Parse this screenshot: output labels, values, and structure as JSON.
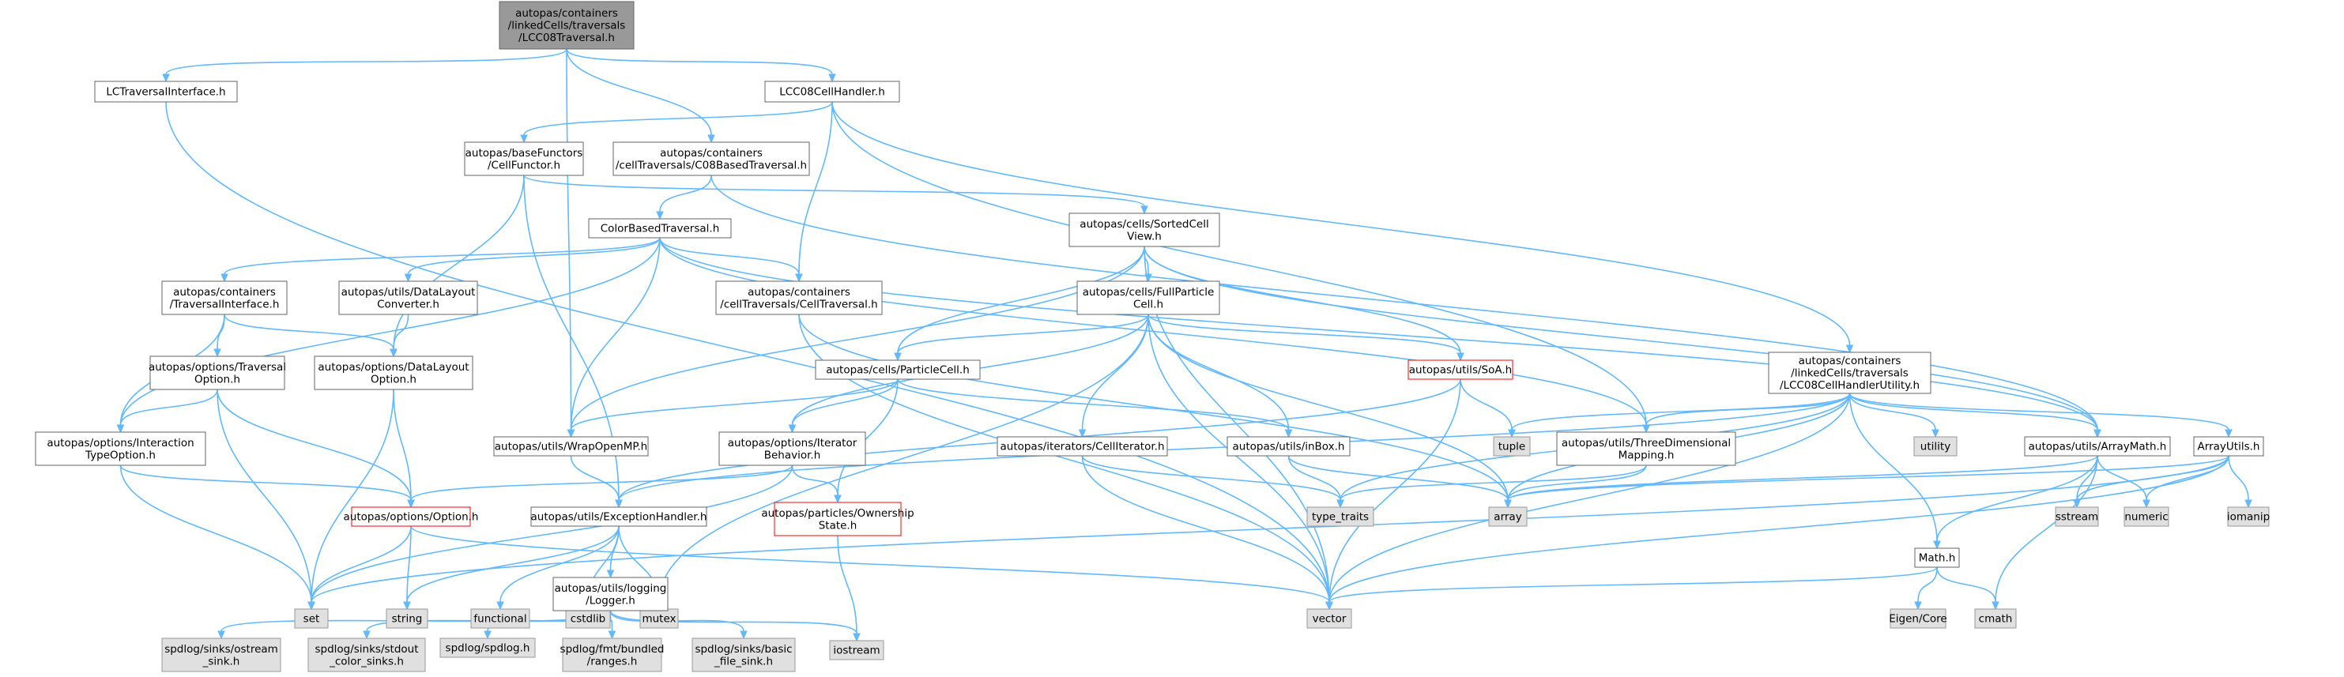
{
  "colors": {
    "edge": "#63b8ff",
    "node_fill": "#ffffff",
    "node_border": "#666666",
    "root_fill": "#999999",
    "root_border": "#666666",
    "external_fill": "#e0e0e0",
    "external_border": "#999999",
    "truncated_border": "#ff0000",
    "text": "#000000"
  },
  "nodes": [
    {
      "id": "root",
      "lines": [
        "autopas/containers",
        "/linkedCells/traversals",
        "/LCC08Traversal.h"
      ],
      "kind": "root"
    },
    {
      "id": "lctif",
      "lines": [
        "LCTraversalInterface.h"
      ],
      "kind": "file"
    },
    {
      "id": "lcc08ch",
      "lines": [
        "LCC08CellHandler.h"
      ],
      "kind": "file"
    },
    {
      "id": "cellfunctor",
      "lines": [
        "autopas/baseFunctors",
        "/CellFunctor.h"
      ],
      "kind": "file"
    },
    {
      "id": "c08based",
      "lines": [
        "autopas/containers",
        "/cellTraversals/C08BasedTraversal.h"
      ],
      "kind": "file"
    },
    {
      "id": "colorbased",
      "lines": [
        "ColorBasedTraversal.h"
      ],
      "kind": "file"
    },
    {
      "id": "sortedcell",
      "lines": [
        "autopas/cells/SortedCell",
        "View.h"
      ],
      "kind": "file"
    },
    {
      "id": "travif",
      "lines": [
        "autopas/containers",
        "/TraversalInterface.h"
      ],
      "kind": "file"
    },
    {
      "id": "dlconv",
      "lines": [
        "autopas/utils/DataLayout",
        "Converter.h"
      ],
      "kind": "file"
    },
    {
      "id": "celltrav",
      "lines": [
        "autopas/containers",
        "/cellTraversals/CellTraversal.h"
      ],
      "kind": "file"
    },
    {
      "id": "fullparticle",
      "lines": [
        "autopas/cells/FullParticle",
        "Cell.h"
      ],
      "kind": "file"
    },
    {
      "id": "travopt",
      "lines": [
        "autopas/options/Traversal",
        "Option.h"
      ],
      "kind": "file"
    },
    {
      "id": "dlopt",
      "lines": [
        "autopas/options/DataLayout",
        "Option.h"
      ],
      "kind": "file"
    },
    {
      "id": "particlecell",
      "lines": [
        "autopas/cells/ParticleCell.h"
      ],
      "kind": "file"
    },
    {
      "id": "soa",
      "lines": [
        "autopas/utils/SoA.h"
      ],
      "kind": "truncated"
    },
    {
      "id": "chutil",
      "lines": [
        "autopas/containers",
        "/linkedCells/traversals",
        "/LCC08CellHandlerUtility.h"
      ],
      "kind": "file"
    },
    {
      "id": "interopt",
      "lines": [
        "autopas/options/Interaction",
        "TypeOption.h"
      ],
      "kind": "file"
    },
    {
      "id": "wrapomp",
      "lines": [
        "autopas/utils/WrapOpenMP.h"
      ],
      "kind": "file"
    },
    {
      "id": "iterbeh",
      "lines": [
        "autopas/options/Iterator",
        "Behavior.h"
      ],
      "kind": "file"
    },
    {
      "id": "celliter",
      "lines": [
        "autopas/iterators/CellIterator.h"
      ],
      "kind": "file"
    },
    {
      "id": "inbox",
      "lines": [
        "autopas/utils/inBox.h"
      ],
      "kind": "file"
    },
    {
      "id": "tuple",
      "lines": [
        "tuple"
      ],
      "kind": "external"
    },
    {
      "id": "threedim",
      "lines": [
        "autopas/utils/ThreeDimensional",
        "Mapping.h"
      ],
      "kind": "file"
    },
    {
      "id": "utility",
      "lines": [
        "utility"
      ],
      "kind": "external"
    },
    {
      "id": "arraymath",
      "lines": [
        "autopas/utils/ArrayMath.h"
      ],
      "kind": "file"
    },
    {
      "id": "arrayutils",
      "lines": [
        "ArrayUtils.h"
      ],
      "kind": "file"
    },
    {
      "id": "option",
      "lines": [
        "autopas/options/Option.h"
      ],
      "kind": "truncated"
    },
    {
      "id": "exchandler",
      "lines": [
        "autopas/utils/ExceptionHandler.h"
      ],
      "kind": "file"
    },
    {
      "id": "ownership",
      "lines": [
        "autopas/particles/Ownership",
        "State.h"
      ],
      "kind": "truncated"
    },
    {
      "id": "typetraits",
      "lines": [
        "type_traits"
      ],
      "kind": "external"
    },
    {
      "id": "array",
      "lines": [
        "array"
      ],
      "kind": "external"
    },
    {
      "id": "sstream",
      "lines": [
        "sstream"
      ],
      "kind": "external"
    },
    {
      "id": "numeric",
      "lines": [
        "numeric"
      ],
      "kind": "external"
    },
    {
      "id": "iomanip",
      "lines": [
        "iomanip"
      ],
      "kind": "external"
    },
    {
      "id": "set",
      "lines": [
        "set"
      ],
      "kind": "external"
    },
    {
      "id": "string",
      "lines": [
        "string"
      ],
      "kind": "external"
    },
    {
      "id": "functional",
      "lines": [
        "functional"
      ],
      "kind": "external"
    },
    {
      "id": "cstdlib",
      "lines": [
        "cstdlib"
      ],
      "kind": "external"
    },
    {
      "id": "mutex",
      "lines": [
        "mutex"
      ],
      "kind": "external"
    },
    {
      "id": "vector",
      "lines": [
        "vector"
      ],
      "kind": "external"
    },
    {
      "id": "mathh",
      "lines": [
        "Math.h"
      ],
      "kind": "file"
    },
    {
      "id": "eigencore",
      "lines": [
        "Eigen/Core"
      ],
      "kind": "external"
    },
    {
      "id": "cmath",
      "lines": [
        "cmath"
      ],
      "kind": "external"
    },
    {
      "id": "logger",
      "lines": [
        "autopas/utils/logging",
        "/Logger.h"
      ],
      "kind": "file"
    },
    {
      "id": "spdostream",
      "lines": [
        "spdlog/sinks/ostream",
        "_sink.h"
      ],
      "kind": "external"
    },
    {
      "id": "spdstdout",
      "lines": [
        "spdlog/sinks/stdout",
        "_color_sinks.h"
      ],
      "kind": "external"
    },
    {
      "id": "spdlogh",
      "lines": [
        "spdlog/spdlog.h"
      ],
      "kind": "external"
    },
    {
      "id": "spdranges",
      "lines": [
        "spdlog/fmt/bundled",
        "/ranges.h"
      ],
      "kind": "external"
    },
    {
      "id": "spdbasic",
      "lines": [
        "spdlog/sinks/basic",
        "_file_sink.h"
      ],
      "kind": "external"
    },
    {
      "id": "iostream",
      "lines": [
        "iostream"
      ],
      "kind": "external"
    }
  ],
  "edges": [
    [
      "root",
      "lctif"
    ],
    [
      "root",
      "lcc08ch"
    ],
    [
      "root",
      "c08based"
    ],
    [
      "root",
      "wrapomp"
    ],
    [
      "lctif",
      "vector"
    ],
    [
      "lcc08ch",
      "cellfunctor"
    ],
    [
      "lcc08ch",
      "celltrav"
    ],
    [
      "lcc08ch",
      "threedim"
    ],
    [
      "lcc08ch",
      "chutil"
    ],
    [
      "cellfunctor",
      "sortedcell"
    ],
    [
      "cellfunctor",
      "dlopt"
    ],
    [
      "cellfunctor",
      "exchandler"
    ],
    [
      "c08based",
      "colorbased"
    ],
    [
      "c08based",
      "arraymath"
    ],
    [
      "colorbased",
      "travif"
    ],
    [
      "colorbased",
      "dlconv"
    ],
    [
      "colorbased",
      "celltrav"
    ],
    [
      "colorbased",
      "interopt"
    ],
    [
      "colorbased",
      "wrapomp"
    ],
    [
      "colorbased",
      "threedim"
    ],
    [
      "colorbased",
      "arraymath"
    ],
    [
      "sortedcell",
      "fullparticle"
    ],
    [
      "sortedcell",
      "particlecell"
    ],
    [
      "sortedcell",
      "soa"
    ],
    [
      "sortedcell",
      "wrapomp"
    ],
    [
      "sortedcell",
      "arraymath"
    ],
    [
      "sortedcell",
      "vector"
    ],
    [
      "travif",
      "travopt"
    ],
    [
      "travif",
      "dlopt"
    ],
    [
      "travif",
      "interopt"
    ],
    [
      "dlconv",
      "dlopt"
    ],
    [
      "celltrav",
      "array"
    ],
    [
      "celltrav",
      "vector"
    ],
    [
      "fullparticle",
      "particlecell"
    ],
    [
      "fullparticle",
      "soa"
    ],
    [
      "fullparticle",
      "iterbeh"
    ],
    [
      "fullparticle",
      "celliter"
    ],
    [
      "fullparticle",
      "inbox"
    ],
    [
      "fullparticle",
      "array"
    ],
    [
      "fullparticle",
      "mutex"
    ],
    [
      "fullparticle",
      "vector"
    ],
    [
      "travopt",
      "interopt"
    ],
    [
      "travopt",
      "option"
    ],
    [
      "travopt",
      "set"
    ],
    [
      "dlopt",
      "option"
    ],
    [
      "dlopt",
      "set"
    ],
    [
      "particlecell",
      "wrapomp"
    ],
    [
      "particlecell",
      "iterbeh"
    ],
    [
      "particlecell",
      "ownership"
    ],
    [
      "particlecell",
      "inbox"
    ],
    [
      "soa",
      "tuple"
    ],
    [
      "soa",
      "exchandler"
    ],
    [
      "soa",
      "vector"
    ],
    [
      "chutil",
      "tuple"
    ],
    [
      "chutil",
      "threedim"
    ],
    [
      "chutil",
      "utility"
    ],
    [
      "chutil",
      "arraymath"
    ],
    [
      "chutil",
      "arrayutils"
    ],
    [
      "chutil",
      "exchandler"
    ],
    [
      "chutil",
      "typetraits"
    ],
    [
      "chutil",
      "array"
    ],
    [
      "chutil",
      "vector"
    ],
    [
      "chutil",
      "mathh"
    ],
    [
      "interopt",
      "option"
    ],
    [
      "interopt",
      "set"
    ],
    [
      "wrapomp",
      "exchandler"
    ],
    [
      "iterbeh",
      "option"
    ],
    [
      "iterbeh",
      "ownership"
    ],
    [
      "iterbeh",
      "set"
    ],
    [
      "celliter",
      "typetraits"
    ],
    [
      "celliter",
      "vector"
    ],
    [
      "inbox",
      "typetraits"
    ],
    [
      "inbox",
      "array"
    ],
    [
      "threedim",
      "typetraits"
    ],
    [
      "threedim",
      "array"
    ],
    [
      "arraymath",
      "array"
    ],
    [
      "arraymath",
      "sstream"
    ],
    [
      "arraymath",
      "numeric"
    ],
    [
      "arraymath",
      "cmath"
    ],
    [
      "arraymath",
      "mathh"
    ],
    [
      "arrayutils",
      "array"
    ],
    [
      "arrayutils",
      "sstream"
    ],
    [
      "arrayutils",
      "numeric"
    ],
    [
      "arrayutils",
      "iomanip"
    ],
    [
      "arrayutils",
      "set"
    ],
    [
      "arrayutils",
      "vector"
    ],
    [
      "option",
      "set"
    ],
    [
      "option",
      "string"
    ],
    [
      "option",
      "vector"
    ],
    [
      "exchandler",
      "string"
    ],
    [
      "exchandler",
      "functional"
    ],
    [
      "exchandler",
      "cstdlib"
    ],
    [
      "exchandler",
      "mutex"
    ],
    [
      "exchandler",
      "logger"
    ],
    [
      "ownership",
      "iostream"
    ],
    [
      "mathh",
      "eigencore"
    ],
    [
      "mathh",
      "cmath"
    ],
    [
      "mathh",
      "vector"
    ],
    [
      "logger",
      "spdostream"
    ],
    [
      "logger",
      "spdstdout"
    ],
    [
      "logger",
      "spdlogh"
    ],
    [
      "logger",
      "spdranges"
    ],
    [
      "logger",
      "spdbasic"
    ],
    [
      "logger",
      "iostream"
    ]
  ]
}
